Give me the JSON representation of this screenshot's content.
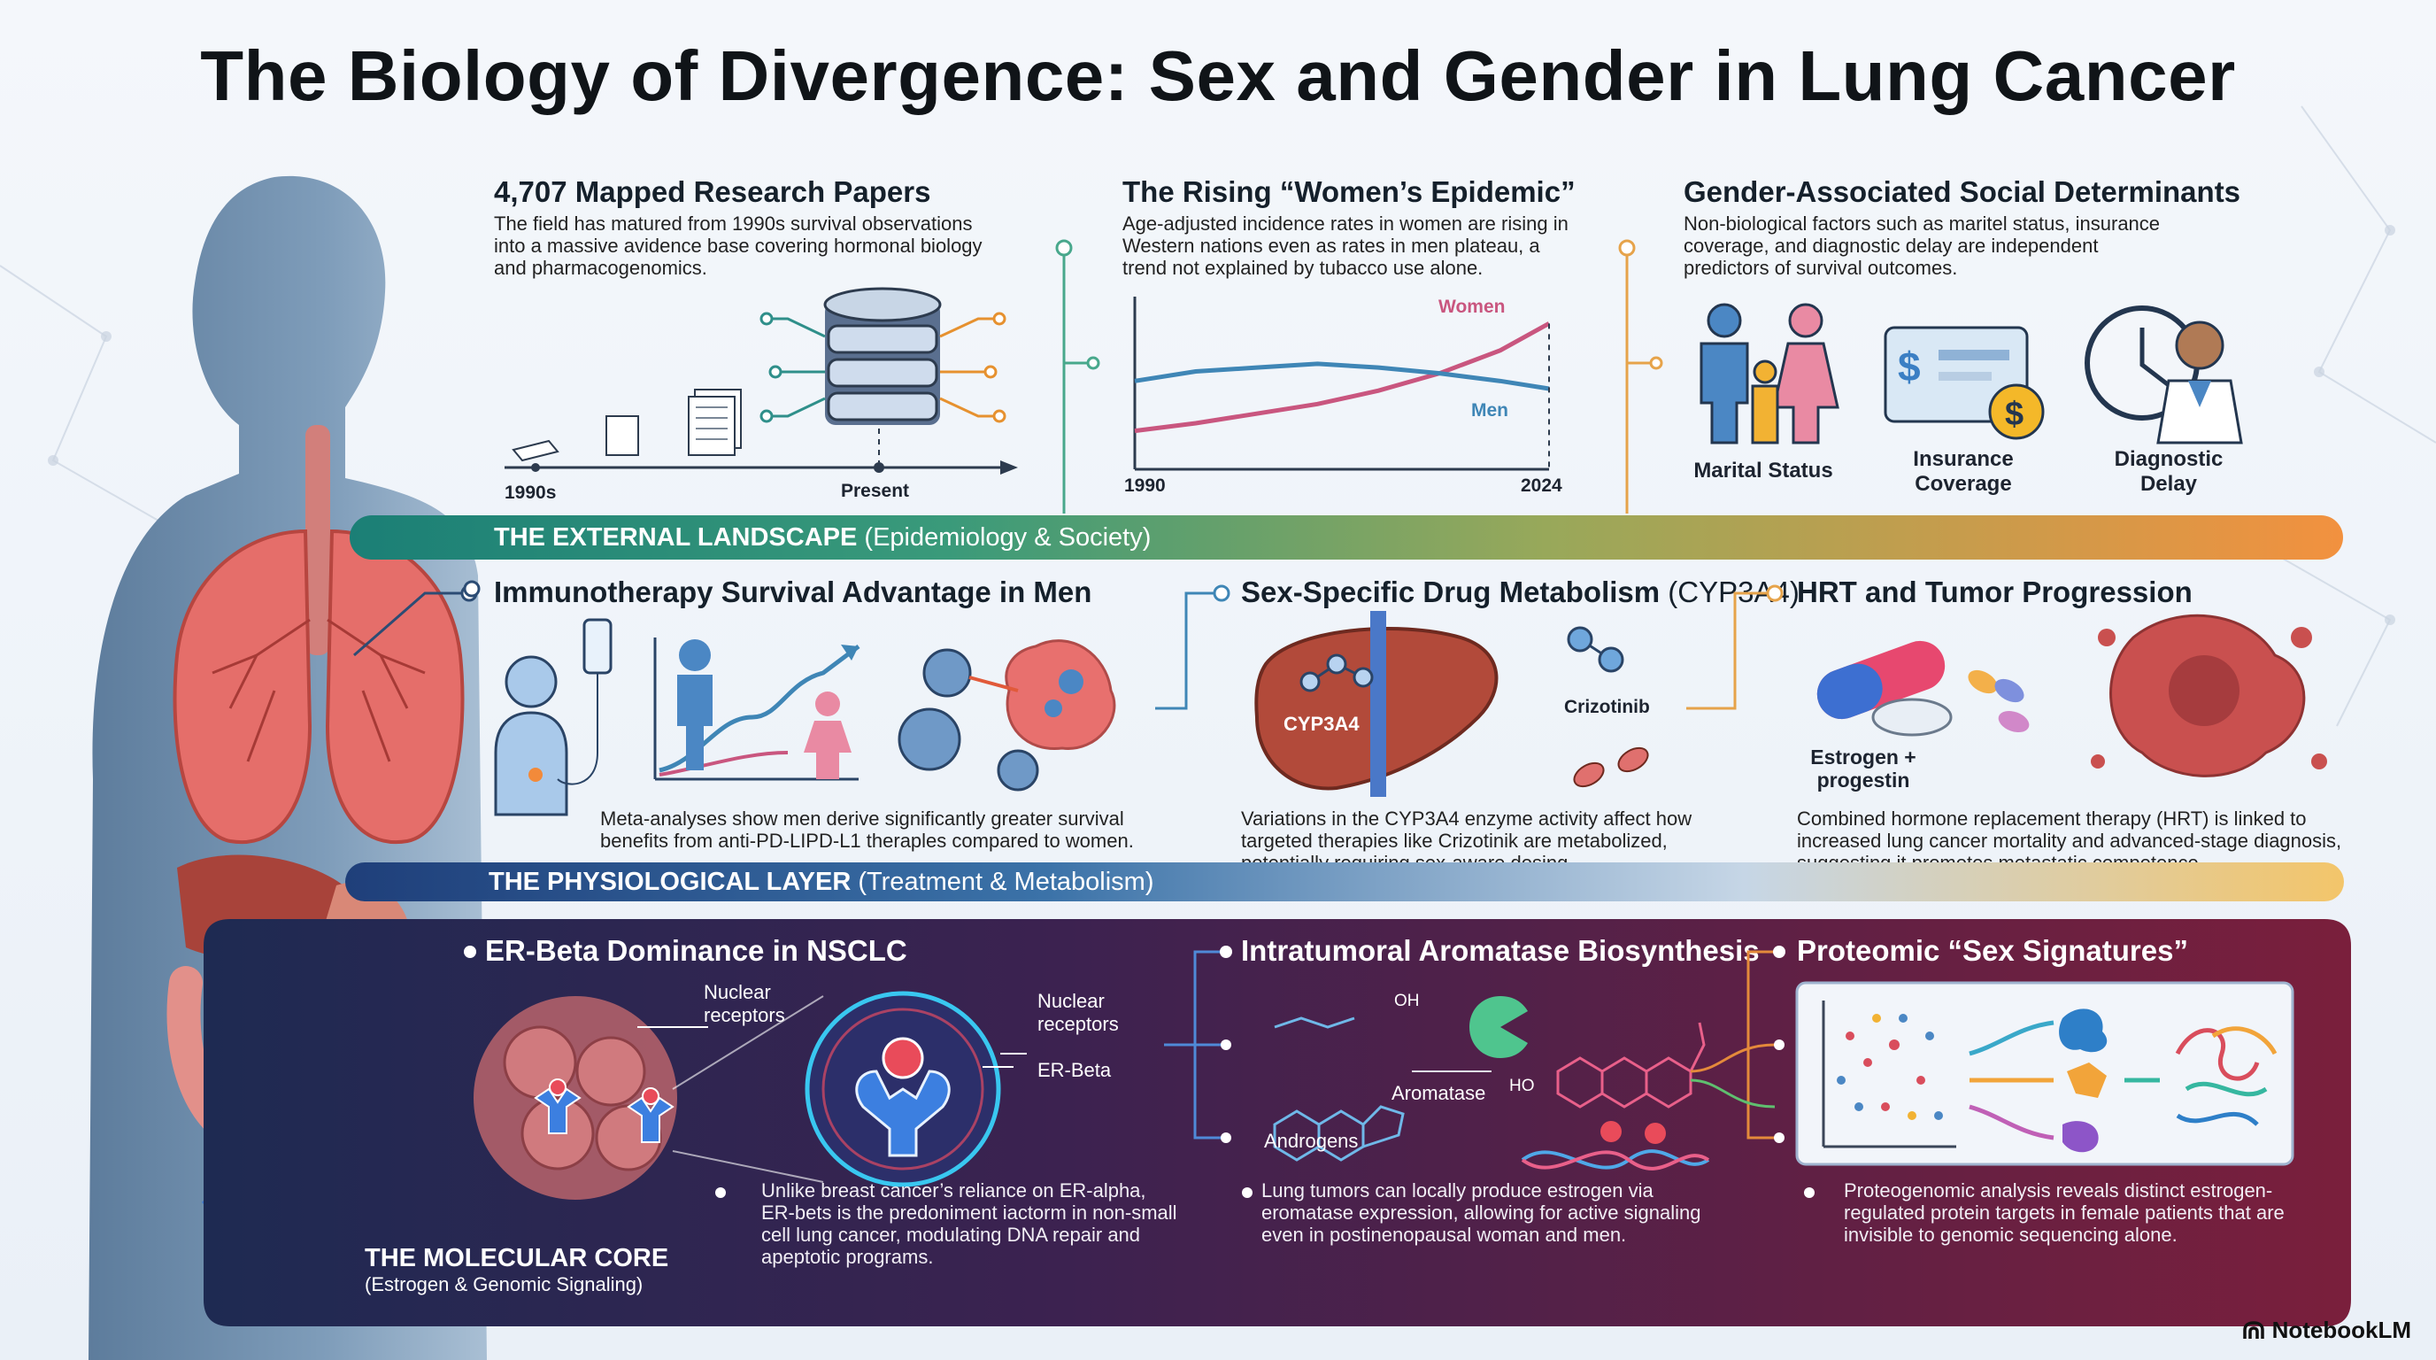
{
  "title": "The Biology of Divergence: Sex and Gender in Lung Cancer",
  "external": {
    "band_label": "THE EXTERNAL LANDSCAPE",
    "band_sub": "(Epidemiology & Society)",
    "papers": {
      "heading": "4,707 Mapped Research Papers",
      "text": "The field has matured from 1990s survival observations into a massive avidence base covering hormonal biology and pharmacogenomics.",
      "start_label": "1990s",
      "end_label": "Present"
    },
    "epidemic": {
      "heading": "The Rising “Women’s Epidemic”",
      "text": "Age-adjusted incidence rates in women are rising in Western nations even as rates in men plateau, a trend not explained by tubacco use alone."
    },
    "social": {
      "heading": "Gender-Associated Social Determinants",
      "text": "Non-biological factors such as maritel status, insurance coverage, and diagnostic delay are independent predictors of survival outcomes.",
      "items": [
        "Marital Status",
        "Insurance Coverage",
        "Diagnostic Delay"
      ]
    }
  },
  "physiological": {
    "band_label": "THE PHYSIOLOGICAL LAYER",
    "band_sub": "(Treatment & Metabolism)",
    "immuno": {
      "heading": "Immunotherapy Survival Advantage in Men",
      "text": "Meta-analyses show men derive significantly greater survival benefits from anti-PD-LIPD-L1 theraples compared to women."
    },
    "cyp": {
      "heading": "Sex-Specific Drug Metabolism",
      "heading_sub": "(CYP3A4)",
      "liver_label": "CYP3A4",
      "drug_label": "Crizotinib",
      "text": "Variations in the CYP3A4 enzyme activity affect how targeted therapies like Crizotinik are metabolized, potentially requiring sex-aware dosing."
    },
    "hrt": {
      "heading": "HRT and Tumor Progression",
      "pill_label": "Estrogen + progestin",
      "text": "Combined hormone replacement therapy (HRT) is linked to increased lung cancer mortality and advanced-stage diagnosis, suggesting it promotes metastatic competence."
    }
  },
  "molecular": {
    "band_label": "THE MOLECULAR CORE",
    "band_sub": "(Estrogen & Genomic Signaling)",
    "erbeta": {
      "heading": "ER-Beta Dominance in NSCLC",
      "label_nuclear_1": "Nuclear receptors",
      "label_nuclear_2": "Nuclear receptors",
      "label_erbeta": "ER-Beta",
      "text": "Unlike breast cancer’s reliance on ER-alpha, ER-bets is the predoniment iactorm in non-small cell lung cancer, modulating DNA repair and apeptotic programs."
    },
    "aromatase": {
      "heading": "Intratumoral Aromatase Biosynthesis",
      "label_androgens": "Androgens",
      "label_aromatase": "Aromatase",
      "label_oh": "OH",
      "label_ho": "HO",
      "text": "Lung tumors can locally produce estrogen via eromatase expression, allowing for active signaling even in postinenopausal woman and men."
    },
    "proteomic": {
      "heading": "Proteomic “Sex Signatures”",
      "text": "Proteogenomic analysis reveals distinct estrogen-regulated protein targets in female patients that are invisible to genomic sequencing alone."
    }
  },
  "logo": "NotebookLM",
  "chart_data": {
    "type": "line",
    "x": [
      1990,
      1995,
      2000,
      2005,
      2010,
      2015,
      2020,
      2024
    ],
    "x_tick_labels": [
      "1990",
      "2024"
    ],
    "series": [
      {
        "name": "Women",
        "color": "#c9567f",
        "values": [
          2.0,
          2.4,
          2.9,
          3.4,
          4.1,
          5.0,
          6.2,
          7.6
        ]
      },
      {
        "name": "Men",
        "color": "#3f86b6",
        "values": [
          4.6,
          5.1,
          5.3,
          5.5,
          5.3,
          5.0,
          4.6,
          4.2
        ]
      }
    ],
    "ylim": [
      0,
      9
    ],
    "grid": false
  },
  "colors": {
    "band_external_start": "#1d8a7d",
    "band_external_end": "#f2913f",
    "band_physio_start": "#234b8c",
    "band_physio_end": "#f3c56a",
    "molecular_panel": "#4a1c3c"
  }
}
